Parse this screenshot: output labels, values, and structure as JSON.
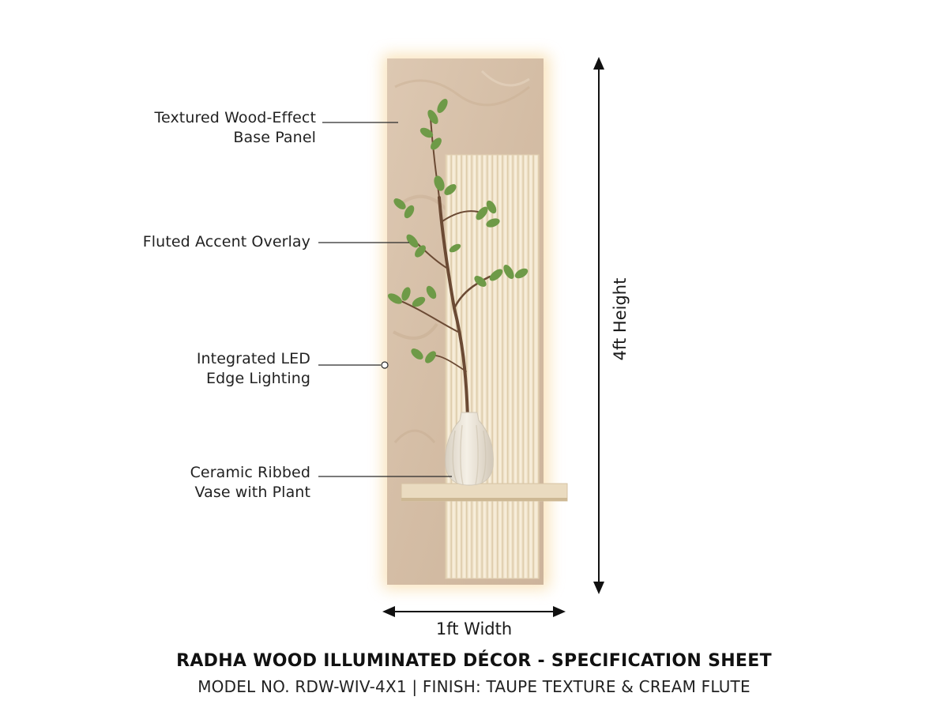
{
  "callouts": [
    {
      "lines": [
        "Textured Wood-Effect",
        "Base Panel"
      ]
    },
    {
      "lines": [
        "Fluted Accent Overlay"
      ]
    },
    {
      "lines": [
        "Integrated LED",
        "Edge Lighting"
      ]
    },
    {
      "lines": [
        "Ceramic Ribbed",
        "Vase with Plant"
      ]
    }
  ],
  "dimensions": {
    "height_label": "4ft Height",
    "width_label": "1ft Width"
  },
  "footer": {
    "title": "RADHA WOOD ILLUMINATED DÉCOR - SPECIFICATION SHEET",
    "subtitle": "MODEL NO. RDW-WIV-4X1 | FINISH: TAUPE TEXTURE & CREAM FLUTE"
  },
  "colors": {
    "base_panel": "#d9c4ae",
    "fluted_panel": "#f0e2c9",
    "led_glow": "#f7d99a",
    "leaf": "#6e9a47",
    "vase": "#efe9dd"
  }
}
